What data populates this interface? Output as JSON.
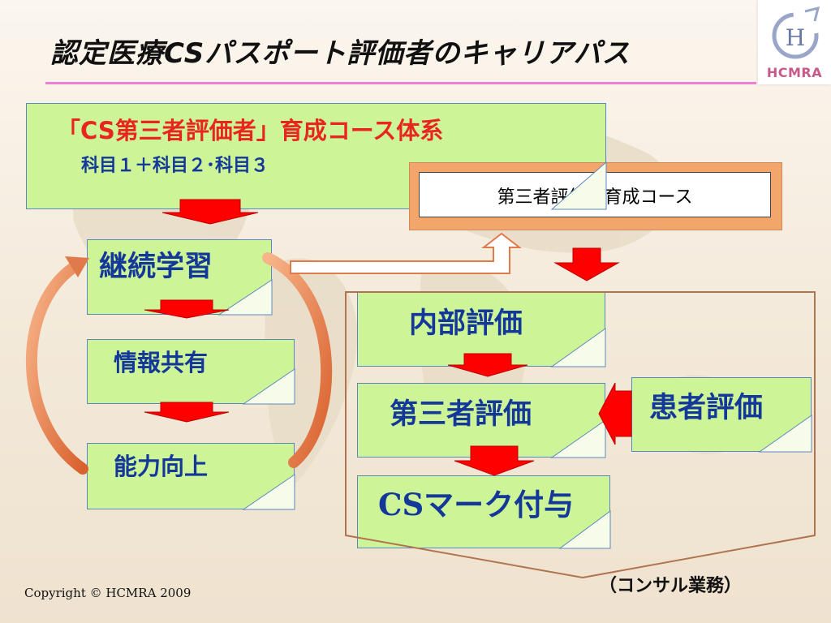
{
  "title": "認定医療CSパスポート評価者のキャリアパス",
  "logo": {
    "monogram": "CH",
    "text": "HCMRA"
  },
  "course_system": {
    "title_bracketed": "「CS第三者評価者」",
    "title_rest": "育成コース体系",
    "subjects": "科目１＋科目２･科目３"
  },
  "evaluator_course": "第三者評価者育成コース",
  "cycle": {
    "continuous_learning": "継続学習",
    "info_sharing": "情報共有",
    "skill_improvement": "能力向上"
  },
  "consult_flow": {
    "internal_evaluation": "内部評価",
    "third_party_evaluation": "第三者評価",
    "cs_mark": "CSマーク付与",
    "patient_evaluation": "患者評価"
  },
  "consult_label": "（コンサル業務）",
  "copyright": "Copyright © HCMRA 2009",
  "colors": {
    "box_fill": "#cdf597",
    "box_text": "#13389a",
    "accent_red": "#e8251f",
    "arrow_red": "#ff0000",
    "rule_pink": "#ee7fd6",
    "frame_orange": "#f2a66c",
    "bracket_brown": "#b07450"
  }
}
